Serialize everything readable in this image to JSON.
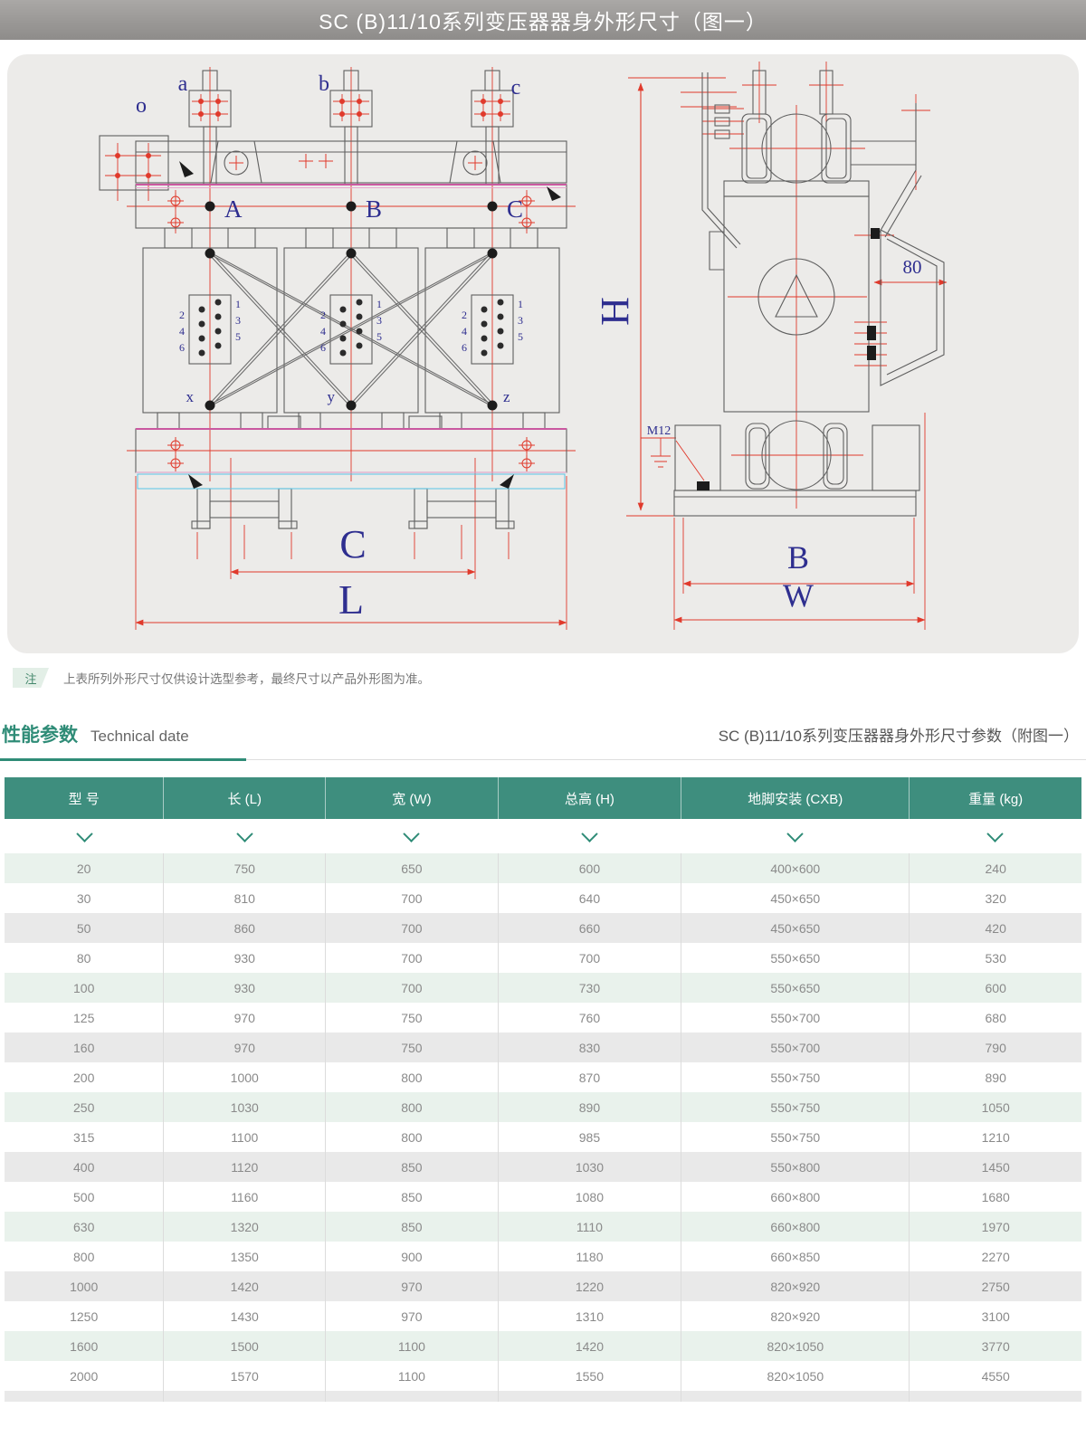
{
  "title_bar": {
    "title": "SC (B)11/10系列变压器器身外形尺寸（图一）"
  },
  "drawing": {
    "front_view": {
      "top_terminals": [
        "o",
        "a",
        "b",
        "c"
      ],
      "phase_labels": [
        "A",
        "B",
        "C"
      ],
      "bottom_labels": [
        "x",
        "y",
        "z"
      ],
      "tap_left": [
        "2",
        "4",
        "6"
      ],
      "tap_right": [
        "1",
        "3",
        "5"
      ],
      "dims": {
        "c": "C",
        "l": "L"
      }
    },
    "side_view": {
      "dims": {
        "h": "H",
        "b": "B",
        "w": "W",
        "panel": "80"
      },
      "thread": "M12"
    }
  },
  "note": {
    "tag": "注",
    "text": "上表所列外形尺寸仅供设计选型参考，最终尺寸以产品外形图为准。"
  },
  "section": {
    "title_cn": "性能参数",
    "title_en": "Technical date",
    "subtitle": "SC (B)11/10系列变压器器身外形尺寸参数（附图一）"
  },
  "table": {
    "columns": [
      "型 号",
      "长 (L)",
      "宽 (W)",
      "总高 (H)",
      "地脚安装 (CXB)",
      "重量 (kg)"
    ],
    "row_style_cycle": [
      "green",
      "white",
      "gray",
      "white"
    ],
    "rows": [
      [
        "20",
        "750",
        "650",
        "600",
        "400×600",
        "240"
      ],
      [
        "30",
        "810",
        "700",
        "640",
        "450×650",
        "320"
      ],
      [
        "50",
        "860",
        "700",
        "660",
        "450×650",
        "420"
      ],
      [
        "80",
        "930",
        "700",
        "700",
        "550×650",
        "530"
      ],
      [
        "100",
        "930",
        "700",
        "730",
        "550×650",
        "600"
      ],
      [
        "125",
        "970",
        "750",
        "760",
        "550×700",
        "680"
      ],
      [
        "160",
        "970",
        "750",
        "830",
        "550×700",
        "790"
      ],
      [
        "200",
        "1000",
        "800",
        "870",
        "550×750",
        "890"
      ],
      [
        "250",
        "1030",
        "800",
        "890",
        "550×750",
        "1050"
      ],
      [
        "315",
        "1100",
        "800",
        "985",
        "550×750",
        "1210"
      ],
      [
        "400",
        "1120",
        "850",
        "1030",
        "550×800",
        "1450"
      ],
      [
        "500",
        "1160",
        "850",
        "1080",
        "660×800",
        "1680"
      ],
      [
        "630",
        "1320",
        "850",
        "1110",
        "660×800",
        "1970"
      ],
      [
        "800",
        "1350",
        "900",
        "1180",
        "660×850",
        "2270"
      ],
      [
        "1000",
        "1420",
        "970",
        "1220",
        "820×920",
        "2750"
      ],
      [
        "1250",
        "1430",
        "970",
        "1310",
        "820×920",
        "3100"
      ],
      [
        "1600",
        "1500",
        "1100",
        "1420",
        "820×1050",
        "3770"
      ],
      [
        "2000",
        "1570",
        "1100",
        "1550",
        "820×1050",
        "4550"
      ]
    ]
  },
  "colors": {
    "accent_teal": "#3E8E7E",
    "section_teal": "#2F8C77",
    "row_green": "#E9F2EC",
    "row_gray": "#E9E9E9",
    "dim_red": "#E03A2C",
    "label_navy": "#2E2E8F",
    "magenta": "#CA58A0",
    "cyan": "#57C6E8"
  }
}
